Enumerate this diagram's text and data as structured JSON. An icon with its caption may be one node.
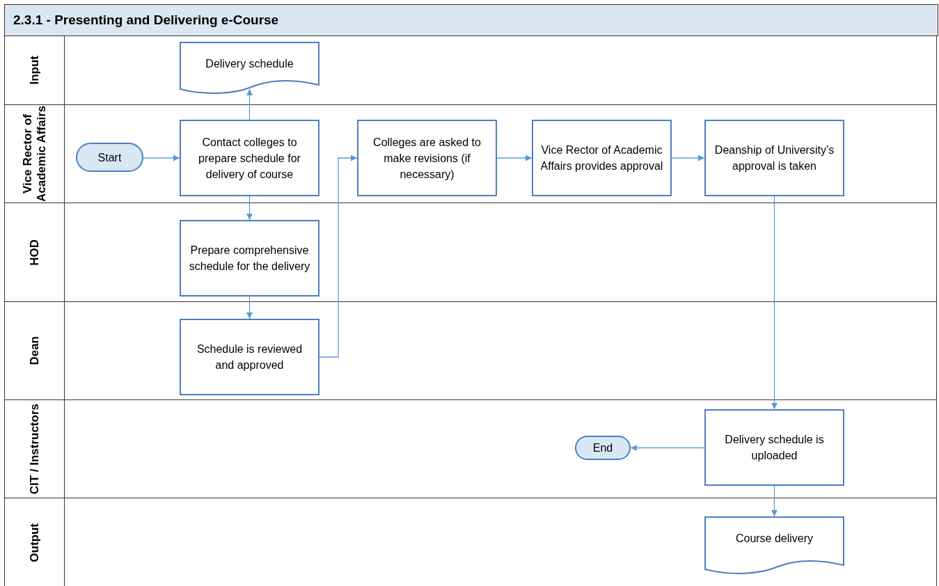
{
  "diagram": {
    "title": "2.3.1 - Presenting and Delivering e-Course",
    "nodes": [
      {
        "text": [
          "Input"
        ]
      },
      {
        "text": [
          "Delivery schedule"
        ],
        "in": 0
      },
      {
        "text": [
          "Vice Rector of Academic Affairs"
        ]
      },
      {
        "text": [
          "Start"
        ],
        "in": 2
      },
      {
        "text": [
          "Contact colleges to prepare schedule for delivery of course"
        ],
        "in": 2
      },
      {
        "text": [
          "Colleges are asked to make revisions (if necessary)"
        ],
        "in": 2
      },
      {
        "text": [
          "Vice Rector of Academic Affairs provides approval"
        ],
        "in": 2
      },
      {
        "text": [
          "Deanship of University’s approval is taken"
        ],
        "in": 2
      },
      {
        "text": [
          "HOD"
        ]
      },
      {
        "text": [
          "Prepare comprehensive schedule for the delivery"
        ],
        "in": 8
      },
      {
        "text": [
          "Dean"
        ]
      },
      {
        "text": [
          "Schedule is reviewed and approved"
        ],
        "in": 10
      },
      {
        "text": [
          "CIT / Instructors"
        ]
      },
      {
        "text": [
          "End"
        ],
        "in": 12
      },
      {
        "text": [
          "Delivery schedule is uploaded"
        ],
        "in": 12
      },
      {
        "text": [
          "Output"
        ]
      },
      {
        "text": [
          "Course delivery"
        ],
        "in": 15
      }
    ],
    "edges": [
      {
        "from": 3,
        "to": 4,
        "arrow": "to"
      },
      {
        "from": 4,
        "to": 1,
        "arrow": "to"
      },
      {
        "from": 4,
        "to": 9,
        "arrow": "to"
      },
      {
        "from": 9,
        "to": 11,
        "arrow": "to"
      },
      {
        "from": 11,
        "to": 5,
        "arrow": "to"
      },
      {
        "from": 5,
        "to": 6,
        "arrow": "to"
      },
      {
        "from": 6,
        "to": 7,
        "arrow": "to"
      },
      {
        "from": 7,
        "to": 14,
        "arrow": "to"
      },
      {
        "from": 14,
        "to": 13,
        "arrow": "to"
      },
      {
        "from": 14,
        "to": 16,
        "arrow": "to"
      }
    ]
  }
}
